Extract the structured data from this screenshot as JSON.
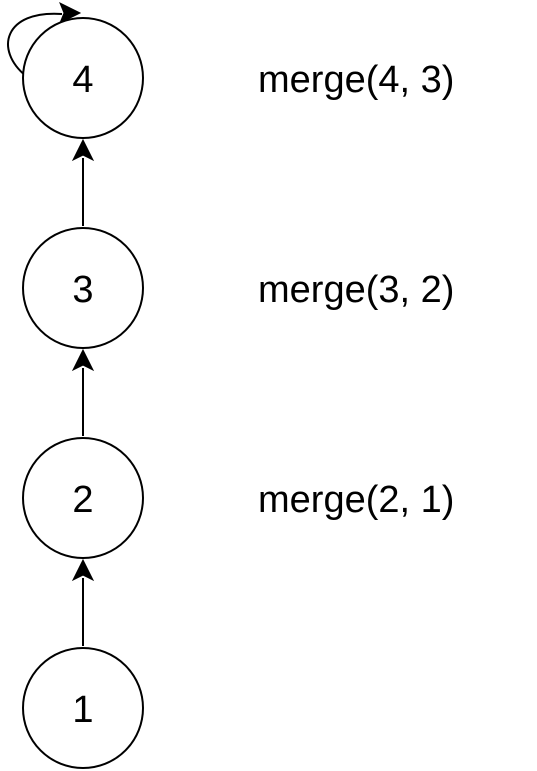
{
  "nodes": [
    {
      "label": "4"
    },
    {
      "label": "3"
    },
    {
      "label": "2"
    },
    {
      "label": "1"
    }
  ],
  "operations": [
    {
      "label": "merge(4, 3)"
    },
    {
      "label": "merge(3, 2)"
    },
    {
      "label": "merge(2, 1)"
    }
  ],
  "colors": {
    "stroke": "#000000",
    "background": "#ffffff"
  }
}
